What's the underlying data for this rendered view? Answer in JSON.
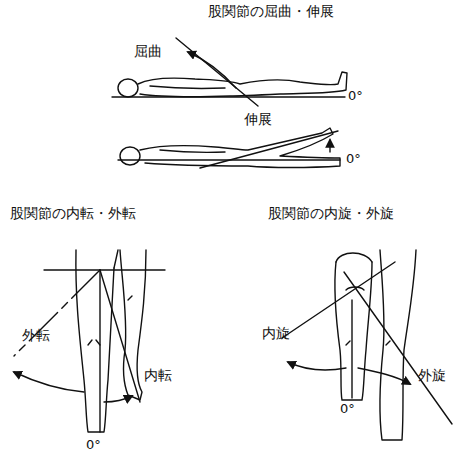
{
  "diagram": {
    "labels": [
      "股関節の屈曲・伸展",
      "屈曲",
      "0°",
      "伸展",
      "0°",
      "股関節の内転・外転",
      "外転",
      "内転",
      "0°",
      "股関節の内旋・外旋",
      "内旋",
      "外旋",
      "0°"
    ]
  }
}
